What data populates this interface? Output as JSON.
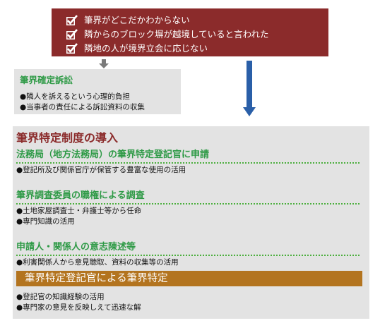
{
  "problems": [
    "筆界がどこだかわからない",
    "隣からのブロック塀が越境していると言われた",
    "隣地の人が境界立会に応じない"
  ],
  "lawsuit": {
    "title": "筆界確定訴訟",
    "bullets": [
      "●隣人を訴えるという心理的負担",
      "●当事者の責任による訴訟資料の収集"
    ]
  },
  "system": {
    "title": "筆界特定制度の導入",
    "sections": [
      {
        "title": "法務局（地方法務局）の筆界特定登記官に申請",
        "bullets": [
          "●登記所及び関係官庁が保管する豊富な使用の活用"
        ]
      },
      {
        "title": "筆界調査委員の職権による調査",
        "bullets": [
          "●土地家屋調査士・弁護士等から任命",
          "●専門知識の活用"
        ]
      },
      {
        "title": "申請人・関係人の意志陳述等",
        "bullets": [
          "●利害関係人から意見聴取、資料の収集等の活用"
        ]
      }
    ],
    "result": {
      "title": "筆界特定登記官による筆界特定",
      "bullets": [
        "●登記官の知識経験の活用",
        "●専門家の意見を反映しえて迅速な解"
      ]
    }
  },
  "colors": {
    "top_box": "#8b2b2b",
    "green_heading": "#2e9a46",
    "highlight": "#b3741f",
    "arrow_blue": "#2a5fa8",
    "panel": "#e3e3e3"
  },
  "icons": [
    "checkbox-checked-icon",
    "arrow-down-icon"
  ]
}
